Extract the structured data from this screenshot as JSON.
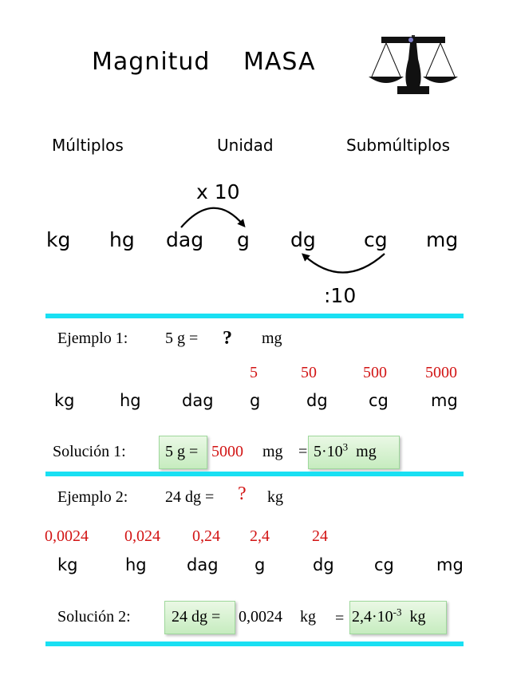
{
  "title": {
    "magnitud": "Magnitud",
    "masa": "MASA"
  },
  "headers": {
    "multiplos": "Múltiplos",
    "unidad": "Unidad",
    "submultiplos": "Submúltiplos"
  },
  "operations": {
    "times": "x 10",
    "divide": ":10"
  },
  "units": [
    "kg",
    "hg",
    "dag",
    "g",
    "dg",
    "cg",
    "mg"
  ],
  "icons": {
    "balance": "balance-scale-icon"
  },
  "colors": {
    "rule": "#19e0f3",
    "red": "#d21414",
    "box": "#c6ecbf"
  },
  "example1": {
    "label": "Ejemplo 1:",
    "lhs": "5 g =",
    "question": "?",
    "unit": "mg",
    "values": [
      "5",
      "50",
      "500",
      "5000"
    ],
    "solution_label": "Solución 1:",
    "solution_lhs": "5 g =",
    "solution_value": "5000",
    "solution_unit": "mg",
    "solution_eq": "=",
    "sci_base": "5·10",
    "sci_exp": "3",
    "sci_unit": "mg"
  },
  "example2": {
    "label": "Ejemplo 2:",
    "lhs": "24 dg =",
    "question": "?",
    "unit": "kg",
    "values": [
      "0,0024",
      "0,024",
      "0,24",
      "2,4",
      "24"
    ],
    "solution_label": "Solución 2:",
    "solution_lhs": "24 dg =",
    "solution_value": "0,0024",
    "solution_unit": "kg",
    "solution_eq": "=",
    "sci_base": "2,4·10",
    "sci_exp": "-3",
    "sci_unit": "kg"
  }
}
